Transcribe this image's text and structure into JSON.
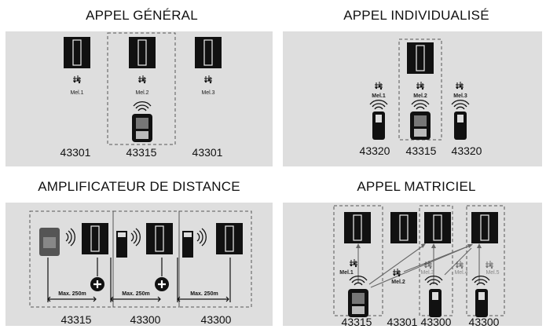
{
  "titles": {
    "general": "APPEL GÉNÉRAL",
    "individual": "APPEL INDIVIDUALISÉ",
    "amplifier": "AMPLIFICATEUR DE DISTANCE",
    "matrix": "APPEL MATRICIEL"
  },
  "general": {
    "melodies": [
      "Mel.1",
      "Mel.2",
      "Mel.3"
    ],
    "codes": [
      "43301",
      "43315",
      "43301"
    ]
  },
  "individual": {
    "melodies": [
      "Mel.1",
      "Mel.2",
      "Mel.3"
    ],
    "codes": [
      "43320",
      "43315",
      "43320"
    ]
  },
  "amplifier": {
    "distance": "Max. 250m",
    "codes": [
      "43315",
      "43300",
      "43300"
    ]
  },
  "matrix": {
    "melodies": [
      "Mel.1",
      "Mel.2",
      "Mel.3",
      "Mel.4",
      "Mel.5"
    ],
    "codes": [
      "43315",
      "43301",
      "43300",
      "43300"
    ]
  },
  "colors": {
    "panel": "#dedede",
    "device": "#111111",
    "dashed": "#555555"
  }
}
